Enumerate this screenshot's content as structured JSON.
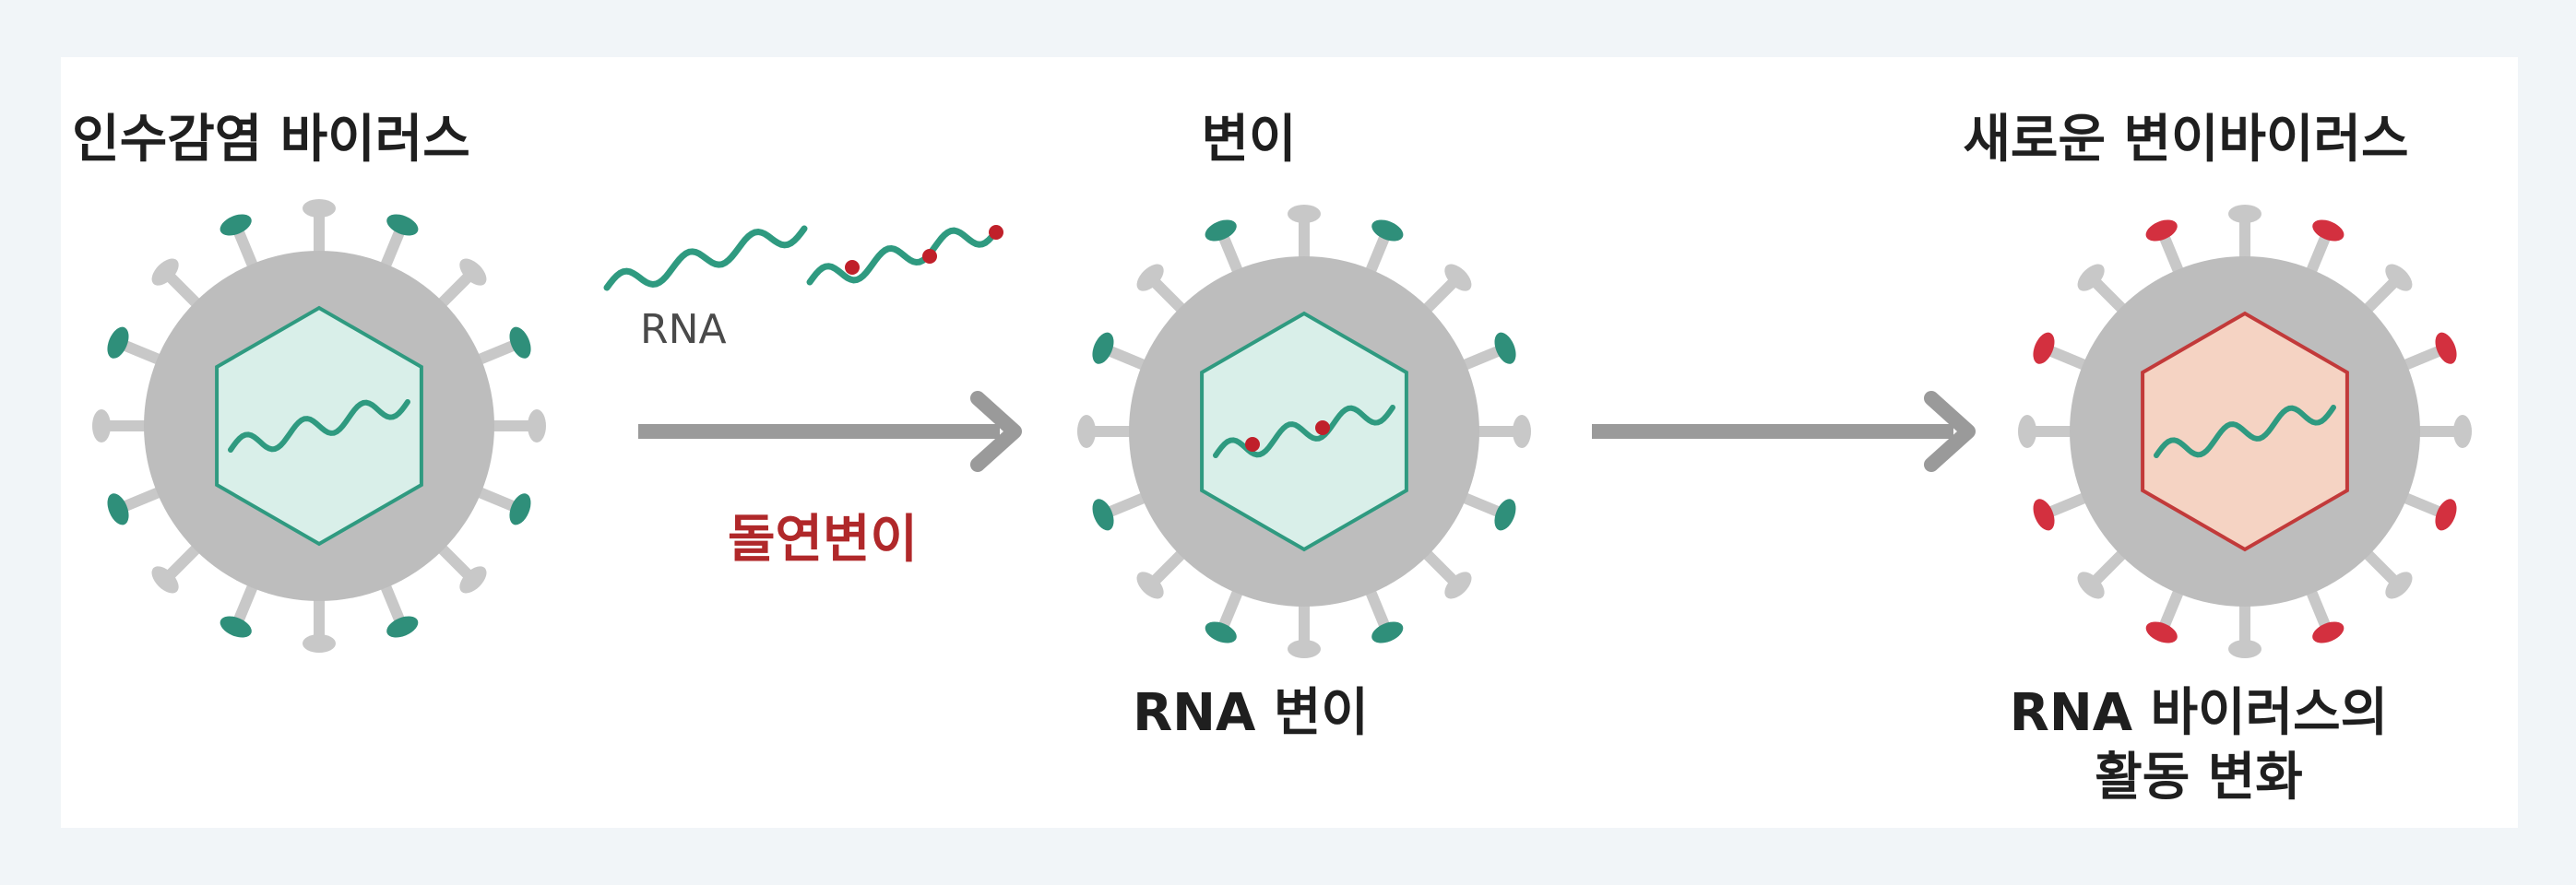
{
  "stages": [
    {
      "title": "인수감염 바이러스",
      "caption": []
    },
    {
      "title": "변이",
      "caption": [
        "RNA 변이"
      ]
    },
    {
      "title": "새로운 변이바이러스",
      "caption": [
        "RNA 바이러스의",
        "활동 변화"
      ]
    }
  ],
  "transition": {
    "rna_label": "RNA",
    "mutation_label": "돌연변이"
  },
  "colors": {
    "background": "#f1f5f8",
    "card": "#ffffff",
    "virus_body": "#bdbdbd",
    "virus_spike": "#c8c8c8",
    "spike_tip_normal": "#2f8f7a",
    "spike_tip_mutant": "#d3303f",
    "core_normal_fill": "#d9efe9",
    "core_normal_stroke": "#2f9a80",
    "core_mutant_fill": "#f5d3c3",
    "core_mutant_stroke": "#c23a3a",
    "rna_strand": "#2f9a80",
    "mutation_dot": "#c0202a",
    "arrow": "#9a9a9a",
    "mutation_text": "#b0282a"
  }
}
